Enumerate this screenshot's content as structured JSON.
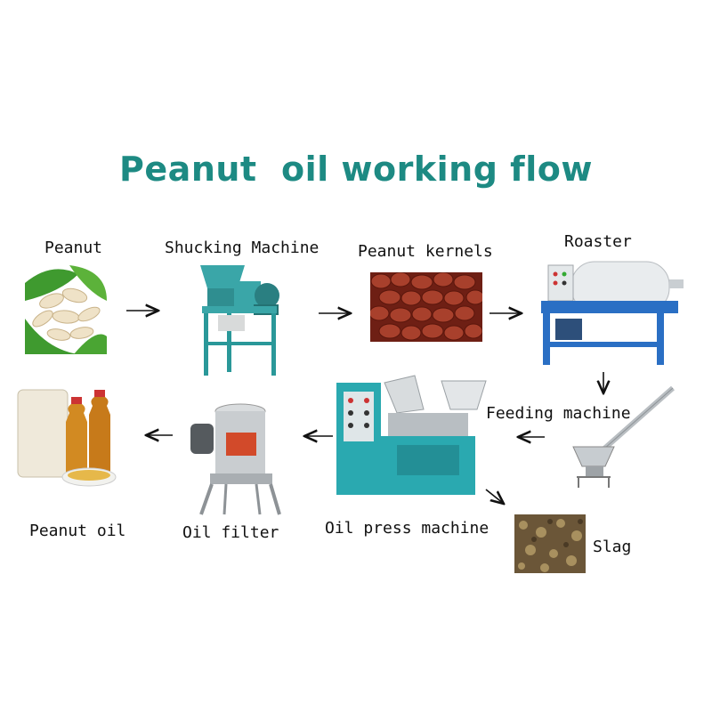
{
  "title": "Peanut  oil working flow",
  "steps": {
    "peanut": "Peanut",
    "shucking": "Shucking Machine",
    "kernels": "Peanut kernels",
    "roaster": "Roaster",
    "feeding": "Feeding machine",
    "press": "Oil press machine",
    "slag": "Slag",
    "filter": "Oil filter",
    "oil": "Peanut oil"
  },
  "colors": {
    "title": "#1d8a83",
    "machine_teal": "#2aa9b0",
    "roaster_blue": "#2a6fc4",
    "kernel_red": "#8c2a1e",
    "oil_amber": "#c77a1a"
  }
}
